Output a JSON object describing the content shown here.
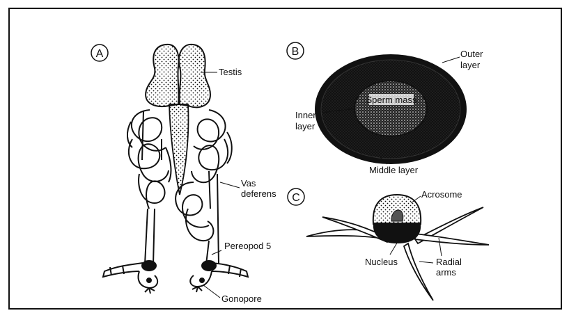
{
  "panels": {
    "a": {
      "letter": "A",
      "labels": {
        "testis": "Testis",
        "vas_line1": "Vas",
        "vas_line2": "deferens",
        "pereopod": "Pereopod 5",
        "gonopore": "Gonopore"
      }
    },
    "b": {
      "letter": "B",
      "labels": {
        "outer_line1": "Outer",
        "outer_line2": "layer",
        "sperm_mass": "Sperm mass",
        "inner_line1": "Inner",
        "inner_line2": "layer",
        "middle_layer": "Middle layer"
      }
    },
    "c": {
      "letter": "C",
      "labels": {
        "acrosome": "Acrosome",
        "nucleus": "Nucleus",
        "radial_line1": "Radial",
        "radial_line2": "arms"
      }
    }
  }
}
